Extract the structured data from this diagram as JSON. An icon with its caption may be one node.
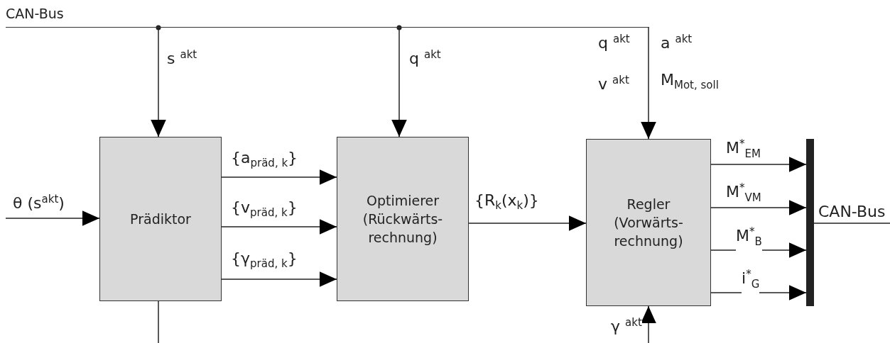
{
  "diagram": {
    "nodes": [
      {
        "text": [
          "CAN-Bus"
        ]
      },
      {
        "text": [
          "Prädiktor"
        ]
      },
      {
        "text": [
          "Optimierer (Rückwärts- rechnung)"
        ]
      },
      {
        "text": [
          "Regler (Vorwärts- rechnung)"
        ]
      },
      {
        "text": [],
        "shape": "bar"
      }
    ],
    "edges": [
      {
        "from": null,
        "to": 1,
        "arrow": "to",
        "label": "θ (s$^{akt}$)"
      },
      {
        "from": 0,
        "to": 1,
        "arrow": "to",
        "label": "s $^{akt}$"
      },
      {
        "from": 0,
        "to": 2,
        "arrow": "to",
        "label": "q $^{akt}$"
      },
      {
        "from": 0,
        "to": 3,
        "arrow": "to"
      },
      {
        "from": 1,
        "to": 2,
        "arrow": "to",
        "label": "{a$_{präd, k}$}"
      },
      {
        "from": 1,
        "to": 2,
        "arrow": "to",
        "label": "{v$_{präd, k}$}"
      },
      {
        "from": 1,
        "to": 2,
        "arrow": "to",
        "label": "{γ$_{präd, k}$}"
      },
      {
        "from": 2,
        "to": 3,
        "arrow": "to",
        "label": "{R$_{k}$(x$_{k}$)}"
      },
      {
        "from": 1,
        "to": null,
        "arrow": "none"
      },
      {
        "from": null,
        "to": 3,
        "arrow": "to",
        "label": "γ $^{akt}$"
      },
      {
        "from": 3,
        "to": 4,
        "arrow": "to",
        "label": "M$^{*}$$_{EM}$"
      },
      {
        "from": 3,
        "to": 4,
        "arrow": "to",
        "label": "M$^{*}$$_{VM}$"
      },
      {
        "from": 3,
        "to": 4,
        "arrow": "to",
        "label": "M$^{*}$$_{B}$"
      },
      {
        "from": 3,
        "to": 4,
        "arrow": "to",
        "label": "i$^{*}$$_{G}$"
      },
      {
        "from": 4,
        "to": null,
        "arrow": "none",
        "label": "CAN-Bus"
      }
    ],
    "labels": [
      "q $^{akt}$",
      "a $^{akt}$",
      "v $^{akt}$",
      "M$_{Mot, soll}$"
    ]
  }
}
